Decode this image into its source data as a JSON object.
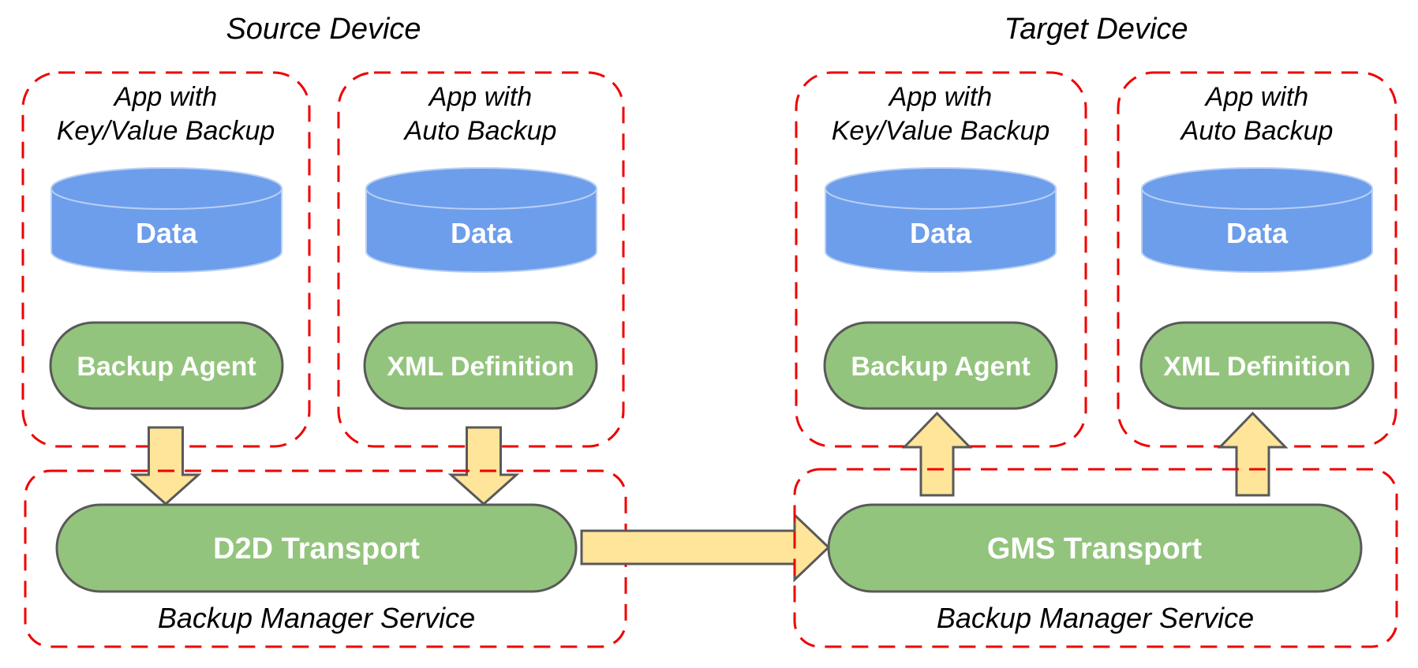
{
  "diagram": {
    "source": {
      "title": "Source Device",
      "apps": [
        {
          "name_line1": "App with",
          "name_line2": "Key/Value Backup",
          "data_label": "Data",
          "component": "Backup Agent"
        },
        {
          "name_line1": "App with",
          "name_line2": "Auto Backup",
          "data_label": "Data",
          "component": "XML Definition"
        }
      ],
      "transport": "D2D Transport",
      "service": "Backup Manager Service"
    },
    "target": {
      "title": "Target Device",
      "apps": [
        {
          "name_line1": "App with",
          "name_line2": "Key/Value Backup",
          "data_label": "Data",
          "component": "Backup Agent"
        },
        {
          "name_line1": "App with",
          "name_line2": "Auto Backup",
          "data_label": "Data",
          "component": "XML Definition"
        }
      ],
      "transport": "GMS Transport",
      "service": "Backup Manager Service"
    },
    "colors": {
      "box_dash_red": "#ee0000",
      "cylinder_blue": "#6d9eeb",
      "cylinder_rim_blue": "#b9cff5",
      "shape_green": "#93c47d",
      "shape_stroke_gray": "#595959",
      "arrow_yellow": "#ffe599",
      "text_white": "#ffffff",
      "text_black": "#000000"
    }
  }
}
